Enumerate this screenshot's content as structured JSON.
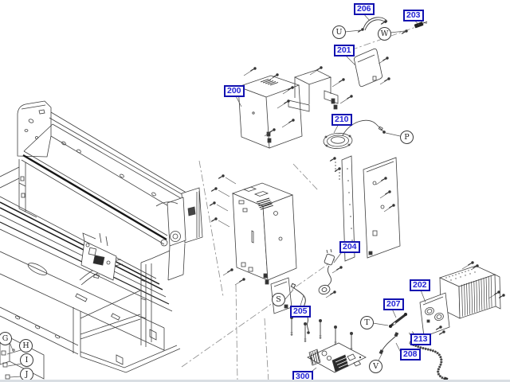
{
  "diagram": {
    "kind": "exploded-parts-diagram",
    "subject": "printer-electronics-exploded-view"
  },
  "callouts": {
    "c200": "200",
    "c201": "201",
    "c202": "202",
    "c203": "203",
    "c204": "204",
    "c205": "205",
    "c206": "206",
    "c207": "207",
    "c208": "208",
    "c210": "210",
    "c213": "213",
    "c300": "300"
  },
  "ref_letters": {
    "u": "U",
    "w": "W",
    "p": "P",
    "s": "S",
    "t": "T",
    "v": "V",
    "g": "G",
    "h": "H",
    "i": "I",
    "j": "J"
  },
  "colors": {
    "callout_border": "#1212b0",
    "callout_text": "#2424d6",
    "callout_bg": "#fbfbff",
    "drawing_line": "#3f3f3f",
    "background": "#ffffff"
  }
}
